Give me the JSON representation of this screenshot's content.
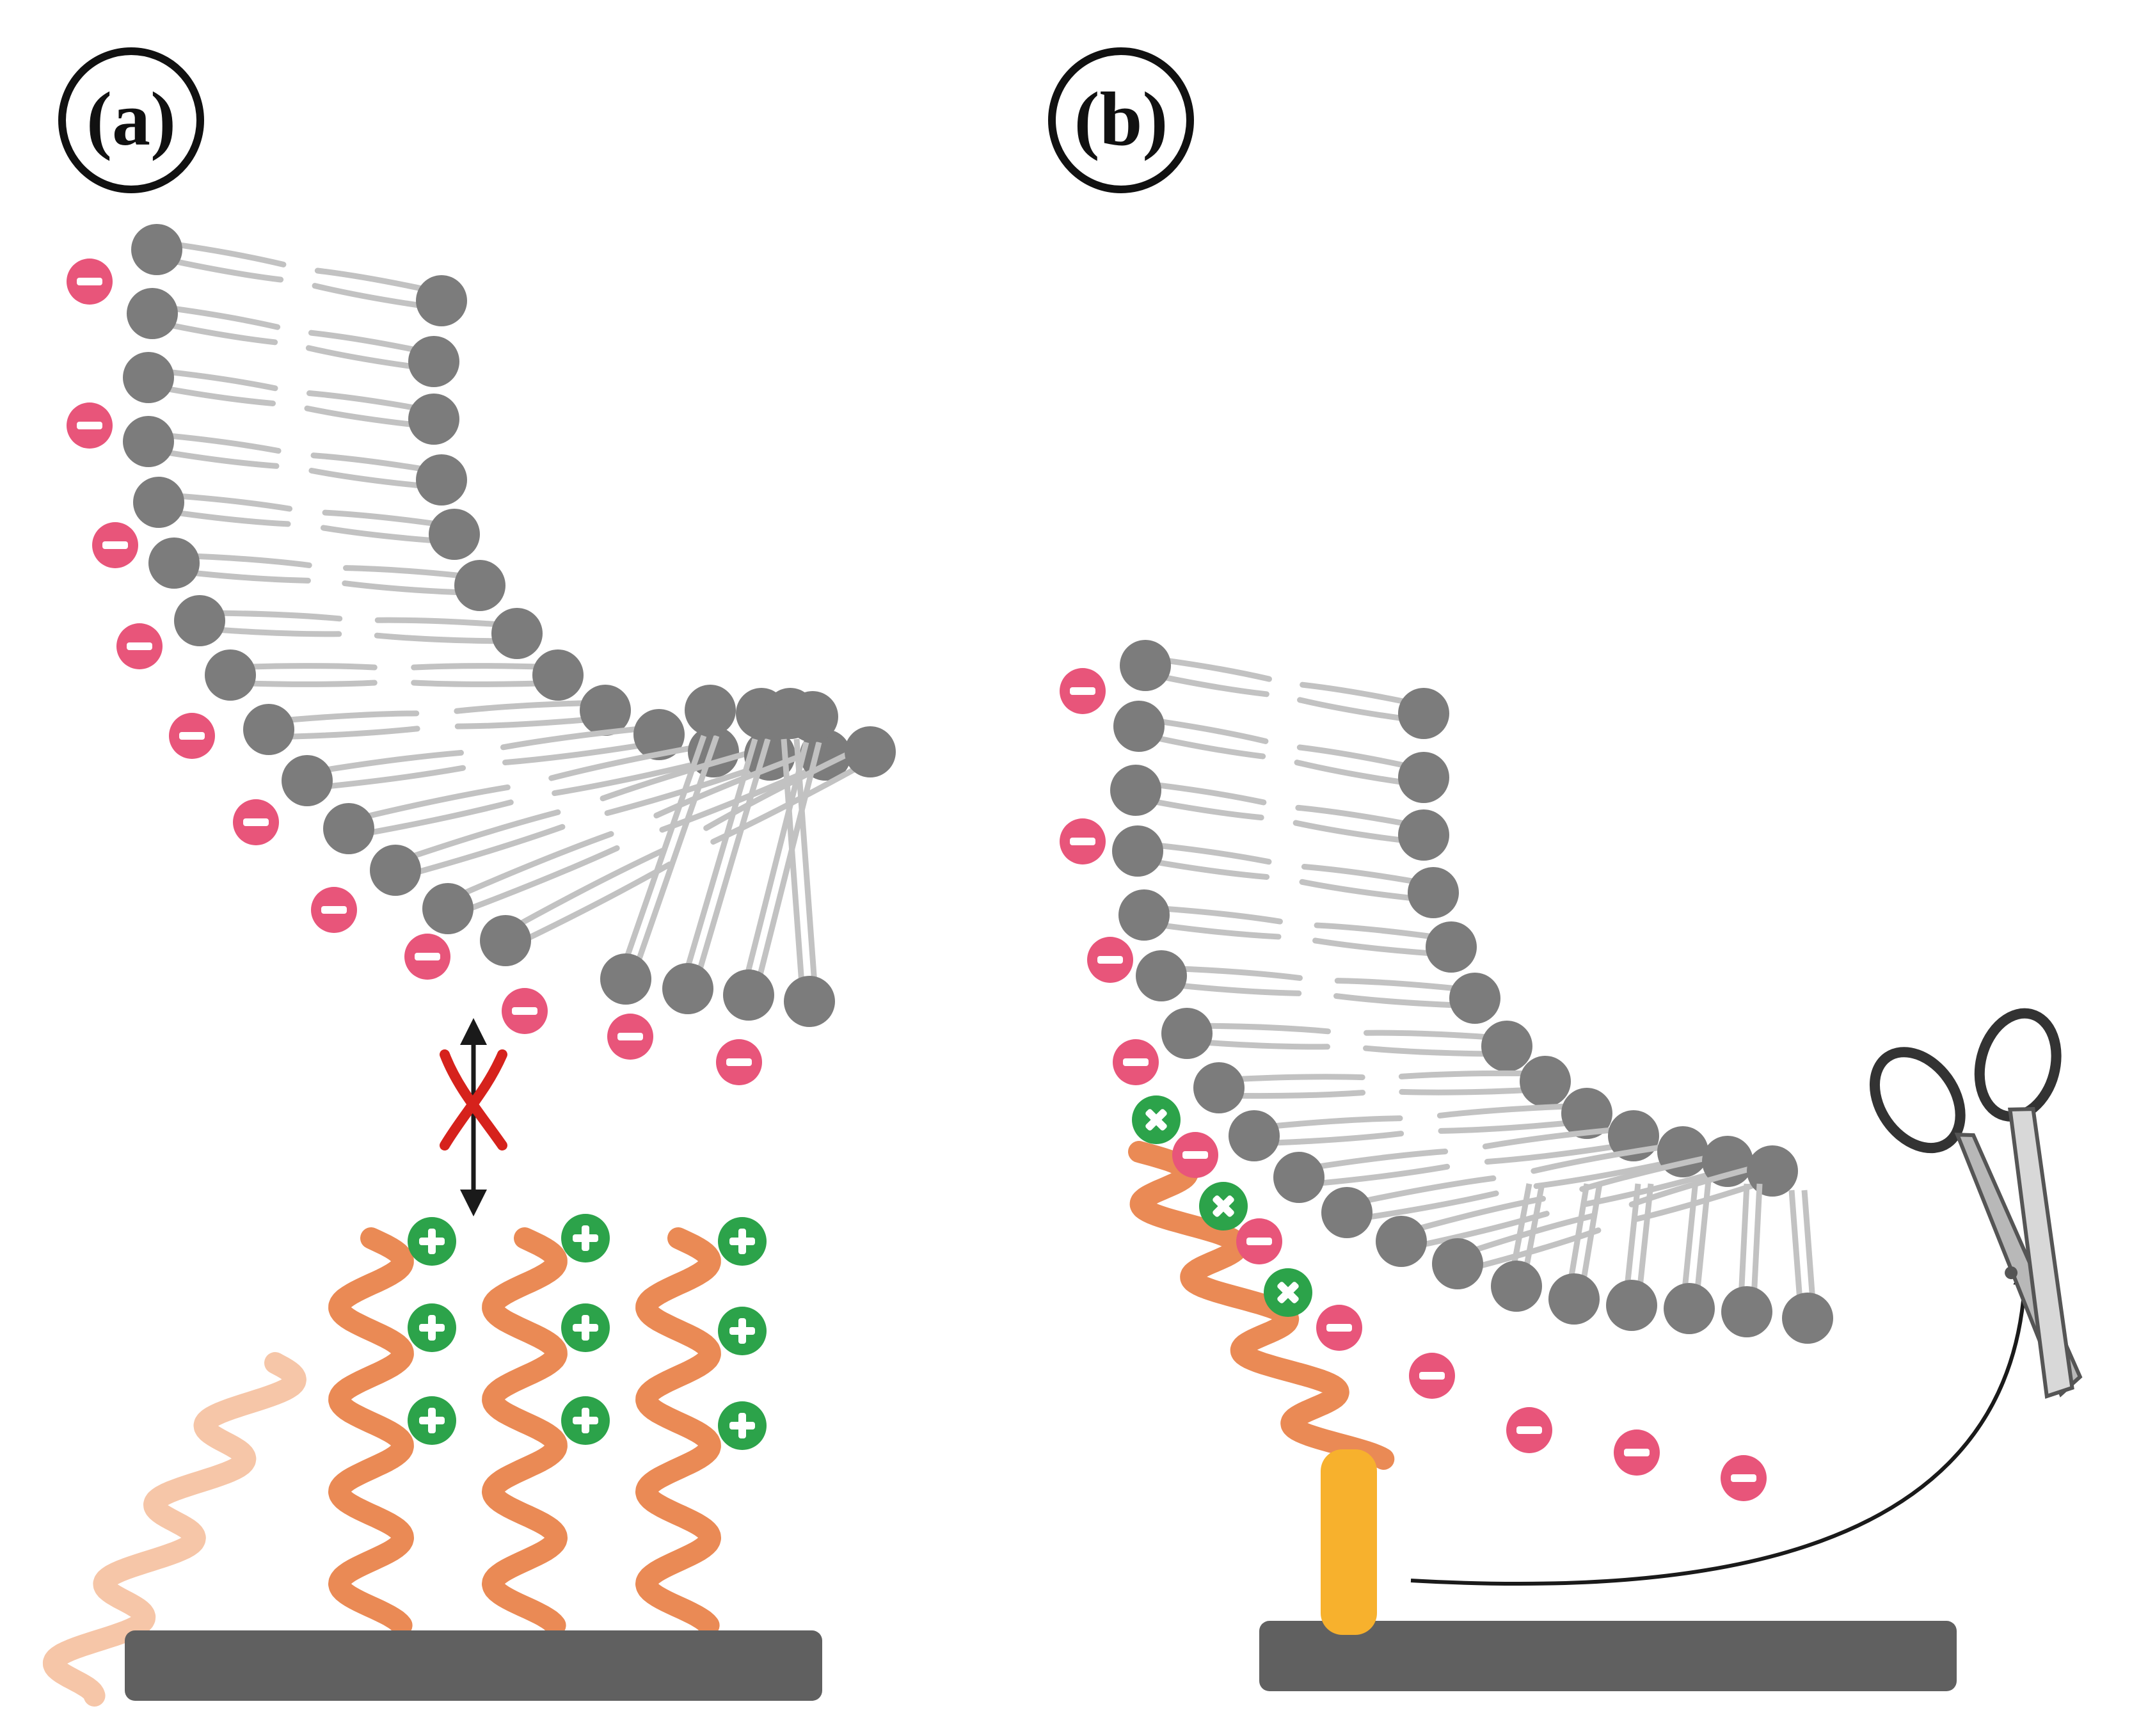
{
  "panels": [
    {
      "id": "a",
      "label": "(a)"
    },
    {
      "id": "b",
      "label": "(b)"
    }
  ],
  "colors": {
    "lipid_head": "#7c7c7c",
    "lipid_tail": "#c2c2c2",
    "negative_charge": "#e8557a",
    "positive_charge": "#2ca34a",
    "peptide": "#ea8a55",
    "peptide_faded": "#f6c6a8",
    "substrate": "#606060",
    "linker": "#f7b12d",
    "blocked_x": "#d6221c",
    "arrow": "#1a1a1a"
  },
  "icons": {
    "blocked": "red-x-icon",
    "cleave": "scissors-icon",
    "release": "curved-arrow-icon"
  }
}
